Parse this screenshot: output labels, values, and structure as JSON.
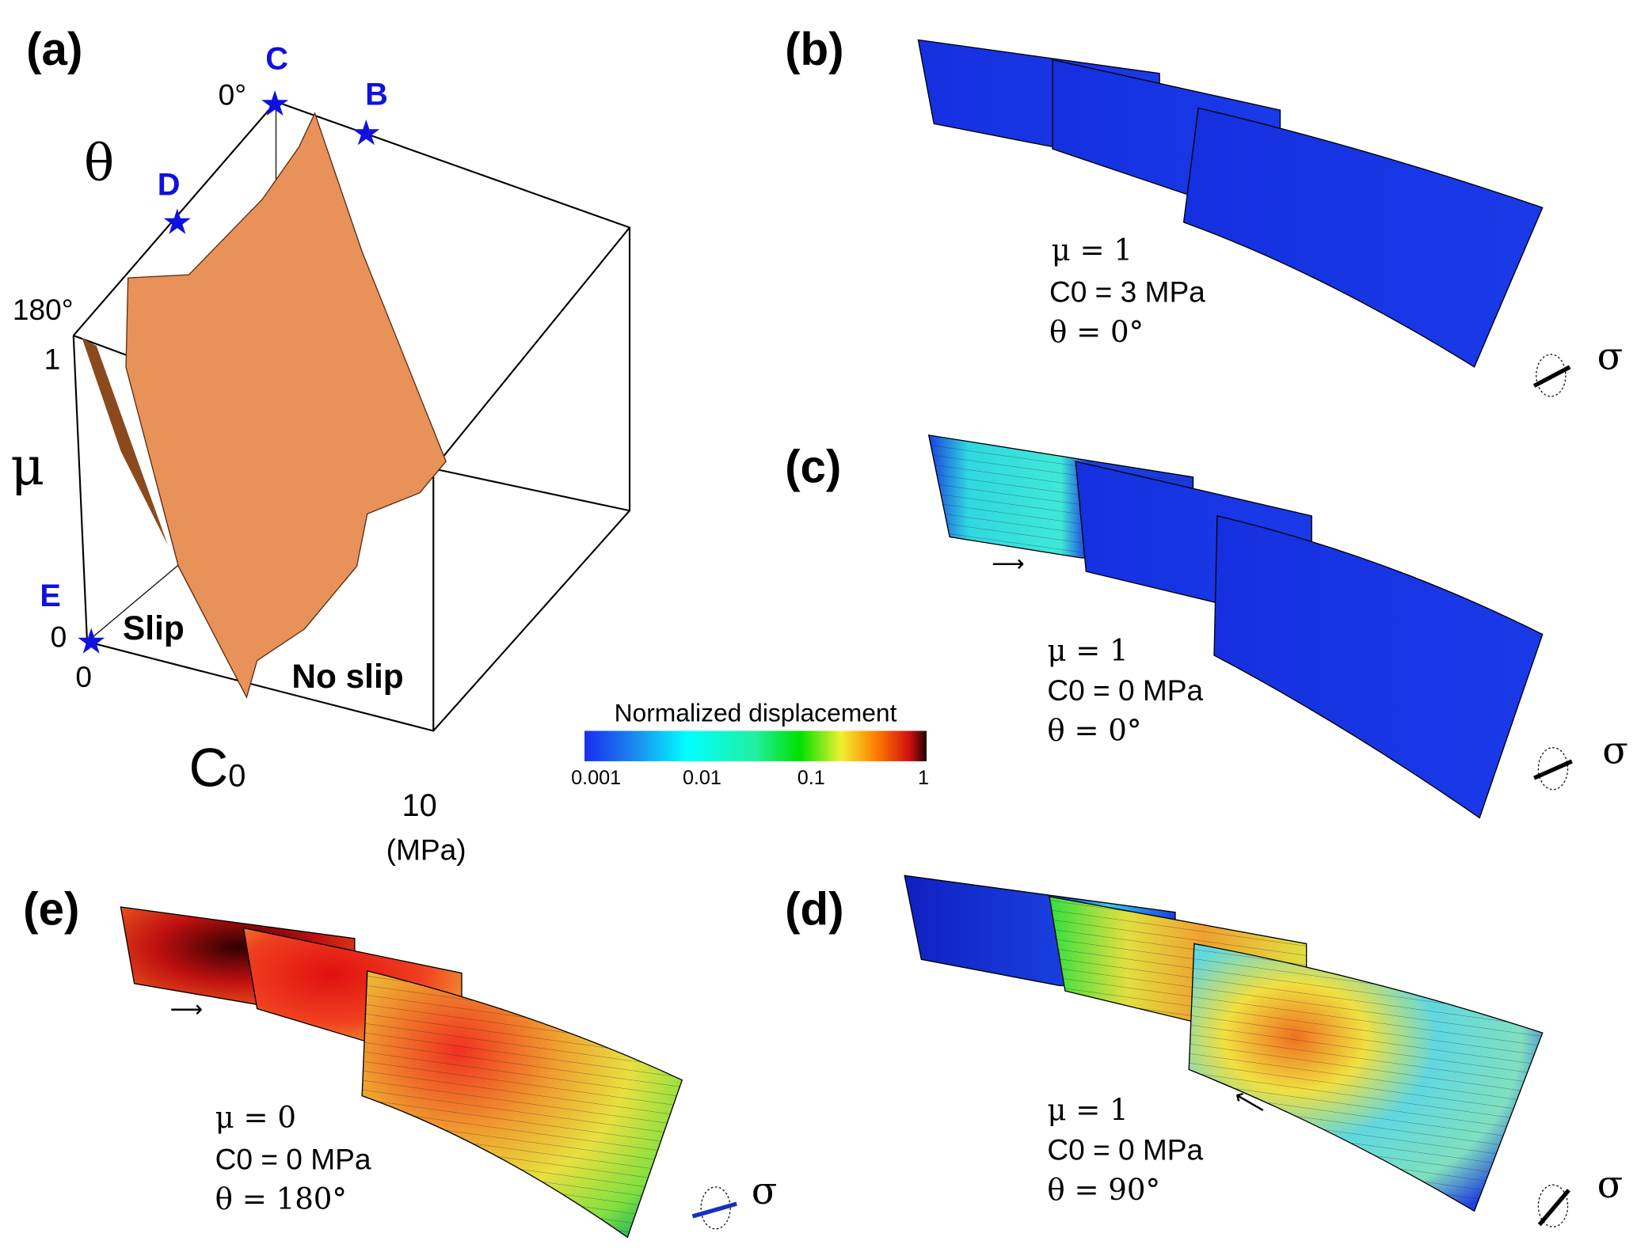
{
  "panel_a": {
    "label": "(a)",
    "theta_axis": "θ",
    "theta_max": "180°",
    "theta_min": "0°",
    "mu_axis": "μ",
    "mu_max": "1",
    "mu_min": "0",
    "c0_axis": "C",
    "c0_sub": "0",
    "c0_min": "0",
    "c0_max": "10",
    "c0_unit": "(MPa)",
    "region_slip": "Slip",
    "region_no_slip": "No slip",
    "markers": [
      "C",
      "B",
      "D",
      "E"
    ],
    "surface_color": "#e8925a",
    "marker_color": "#1010e0"
  },
  "colorbar": {
    "title": "Normalized  displacement",
    "ticks": [
      "0.001",
      "0.01",
      "0.1",
      "1"
    ]
  },
  "panels": [
    {
      "label": "(b)",
      "mu": "μ = 1",
      "c0": "C0 = 3 MPa",
      "theta": "θ = 0°",
      "sigma": "σ"
    },
    {
      "label": "(c)",
      "mu": "μ = 1",
      "c0": "C0 = 0 MPa",
      "theta": "θ = 0°",
      "sigma": "σ"
    },
    {
      "label": "(d)",
      "mu": "μ = 1",
      "c0": "C0 = 0 MPa",
      "theta": "θ = 90°",
      "sigma": "σ"
    },
    {
      "label": "(e)",
      "mu": "μ = 0",
      "c0": "C0 = 0 MPa",
      "theta": "θ = 180°",
      "sigma": "σ"
    }
  ]
}
